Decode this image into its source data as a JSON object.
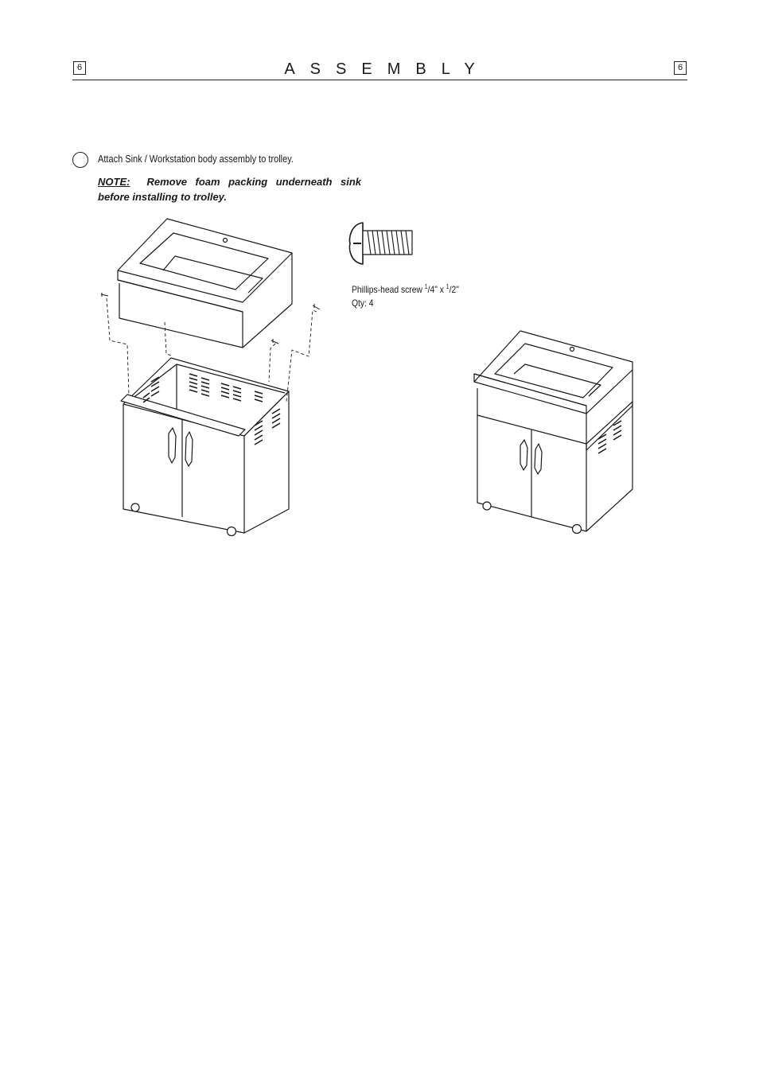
{
  "header": {
    "page_number_left": "6",
    "title": "ASSEMBLY",
    "page_number_right": "6"
  },
  "step": {
    "instruction": "Attach Sink / Workstation body assembly to trolley.",
    "note_label": "NOTE:",
    "note_text": "Remove foam packing underneath sink before installing to trolley."
  },
  "screw": {
    "description": "Phillips-head screw",
    "size_a_num": "1",
    "size_a_den": "/4\"",
    "size_x": " x ",
    "size_b_num": "1",
    "size_b_den": "/2\"",
    "qty": "Qty: 4"
  },
  "icons": [
    "phillips-screw-icon",
    "exploded-assembly-diagram",
    "assembled-unit-diagram"
  ]
}
